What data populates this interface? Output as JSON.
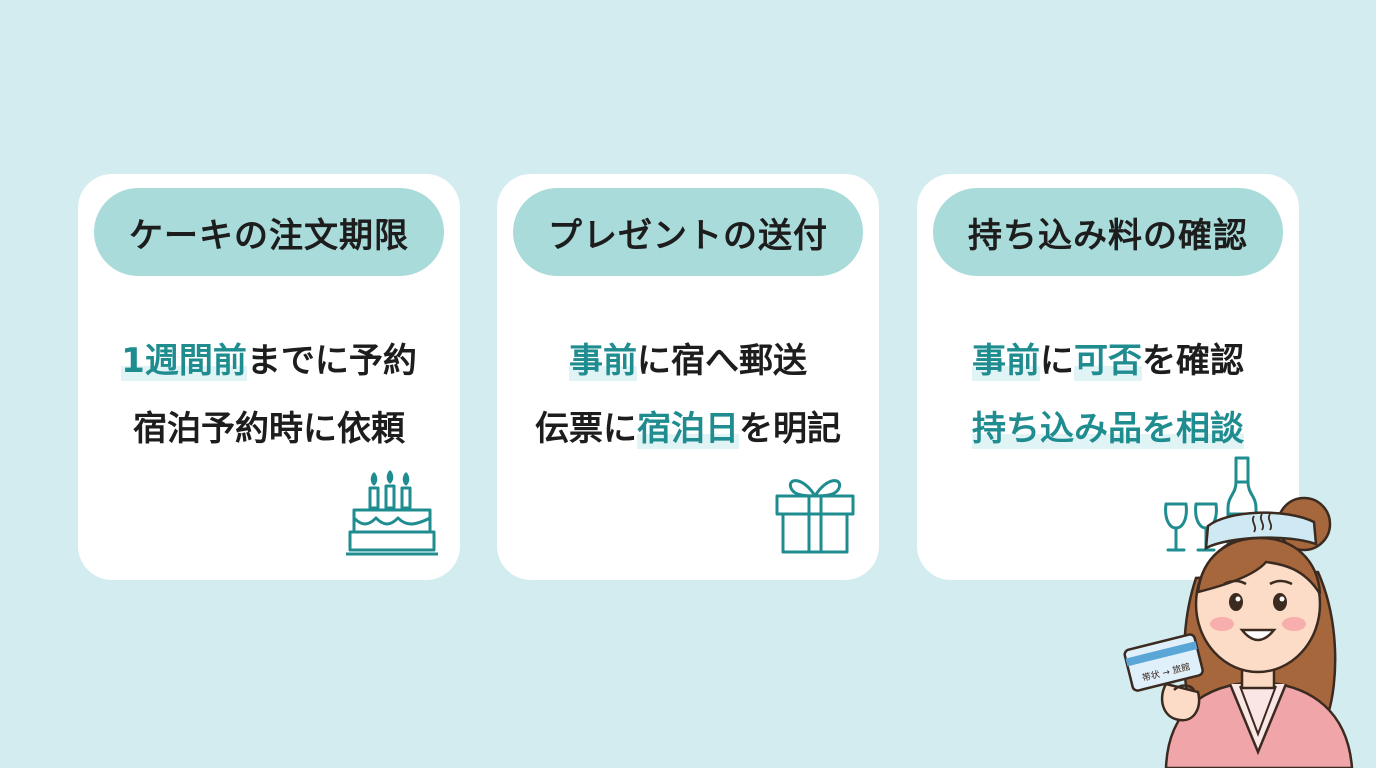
{
  "cards": [
    {
      "title": "ケーキの注文期限",
      "line1": [
        "1週間前",
        "までに予約"
      ],
      "line2": [
        "宿泊予約時に依頼"
      ],
      "icon": "birthday-cake-icon"
    },
    {
      "title": "プレゼントの送付",
      "line1": [
        "事前",
        "に宿へ郵送"
      ],
      "line2": [
        "伝票に",
        "宿泊日",
        "を明記"
      ],
      "icon": "gift-box-icon"
    },
    {
      "title": "持ち込み料の確認",
      "line1": [
        "事前",
        "に",
        "可否",
        "を確認"
      ],
      "line2": [
        "持ち込み品を相談"
      ],
      "icon": "wine-glasses-bottle-icon"
    }
  ],
  "character": {
    "icon": "onsen-woman-illustration",
    "card_text": "帯状 → 旅館"
  },
  "colors": {
    "background": "#d3ecf0",
    "pill": "#a8dbd9",
    "accent": "#1f8c90",
    "card": "#ffffff"
  }
}
